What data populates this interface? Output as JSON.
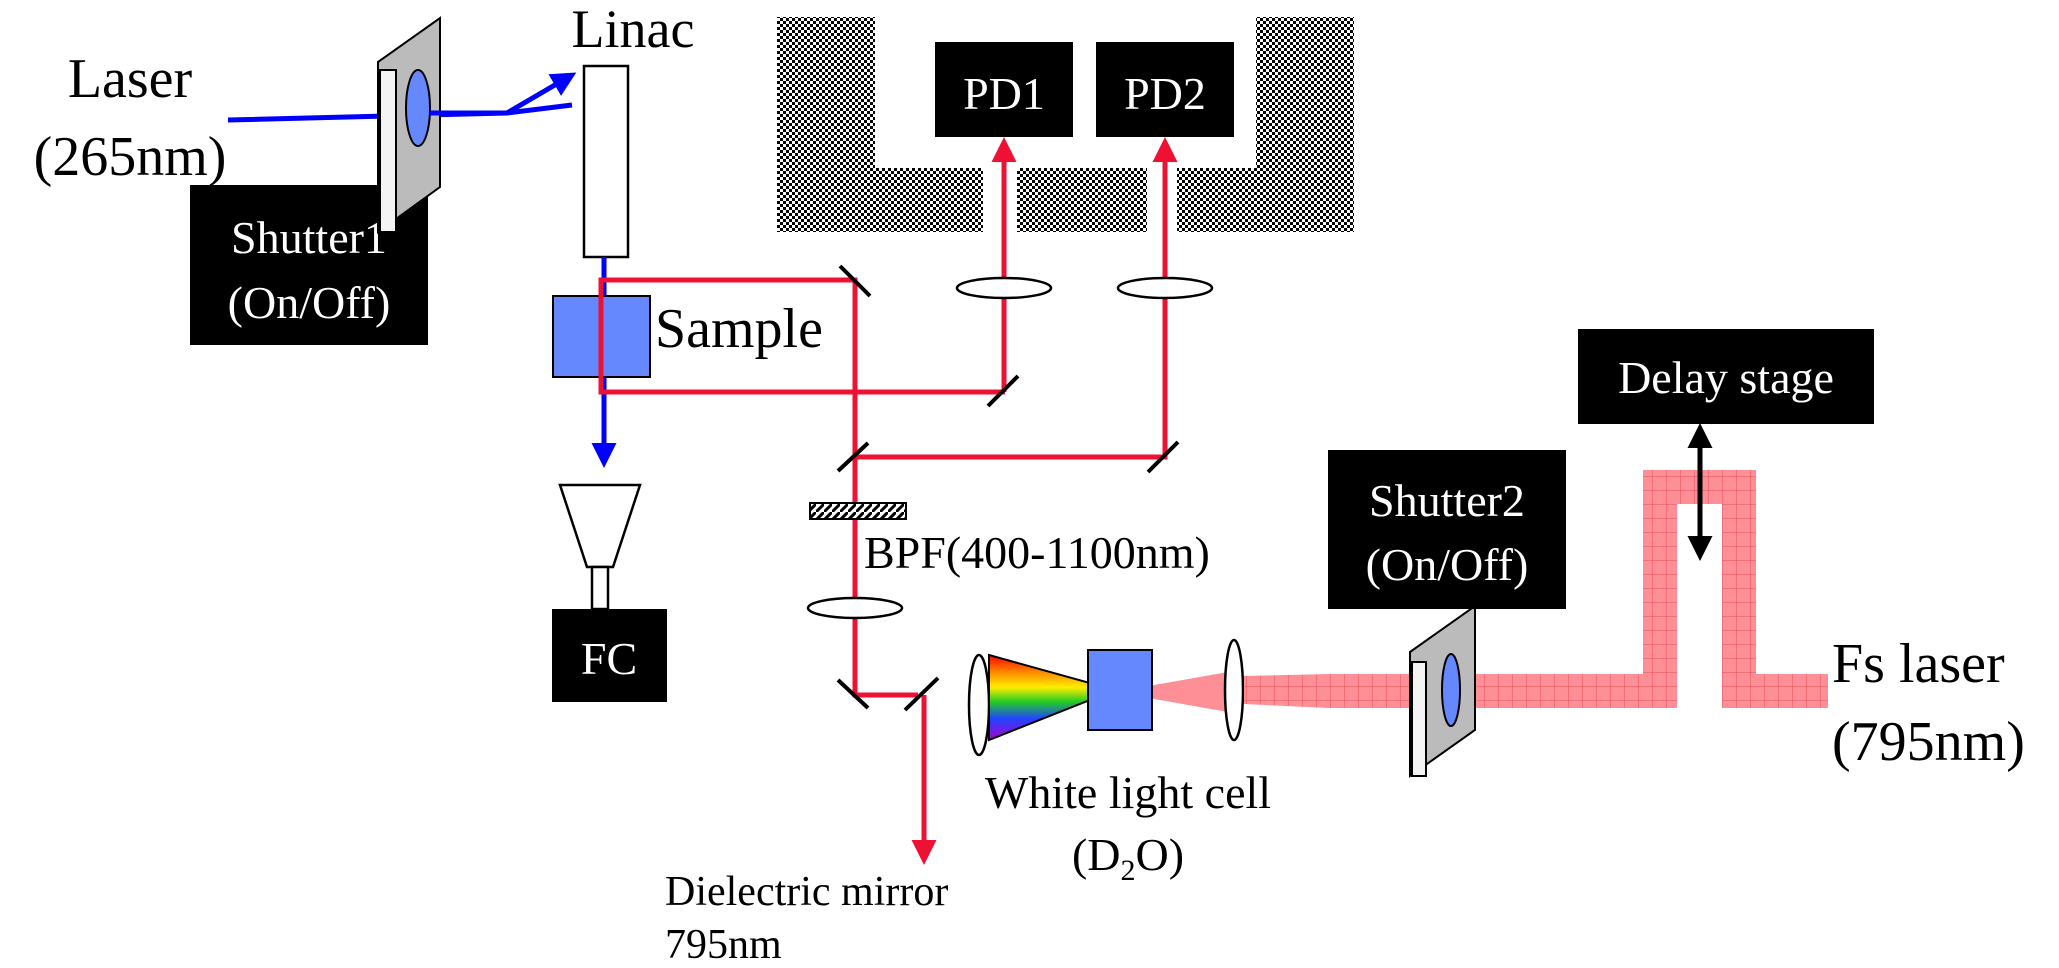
{
  "labels": {
    "laser": "Laser",
    "laser_wavelength": "(265nm)",
    "linac": "Linac",
    "shutter1": "Shutter1",
    "shutter1_mode": "(On/Off)",
    "sample": "Sample",
    "fc": "FC",
    "pd1": "PD1",
    "pd2": "PD2",
    "bpf": "BPF(400-1100nm)",
    "delay_stage": "Delay stage",
    "shutter2": "Shutter2",
    "shutter2_mode": "(On/Off)",
    "fs_laser": "Fs laser",
    "fs_laser_wavelength": "(795nm)",
    "white_light_cell": "White light cell",
    "white_light_cell_medium_open": "(D",
    "white_light_cell_medium_sub": "2",
    "white_light_cell_medium_close": "O)",
    "dielectric_mirror": "Dielectric mirror",
    "dielectric_mirror_wavelength": "795nm"
  },
  "colors": {
    "uv_beam": "#0000ff",
    "probe_beam": "#ee1133",
    "fs_beam": "#ff8088",
    "sample": "#6688ff",
    "box": "#000000"
  },
  "icons": {
    "shutter": "shutter-plate-icon",
    "shield": "checkered-shield-icon",
    "lens": "lens-icon",
    "mirror": "mirror-icon",
    "filter": "hatched-filter-icon",
    "faraday_cup": "funnel-detector-icon",
    "spectrum": "white-light-cone-icon"
  }
}
